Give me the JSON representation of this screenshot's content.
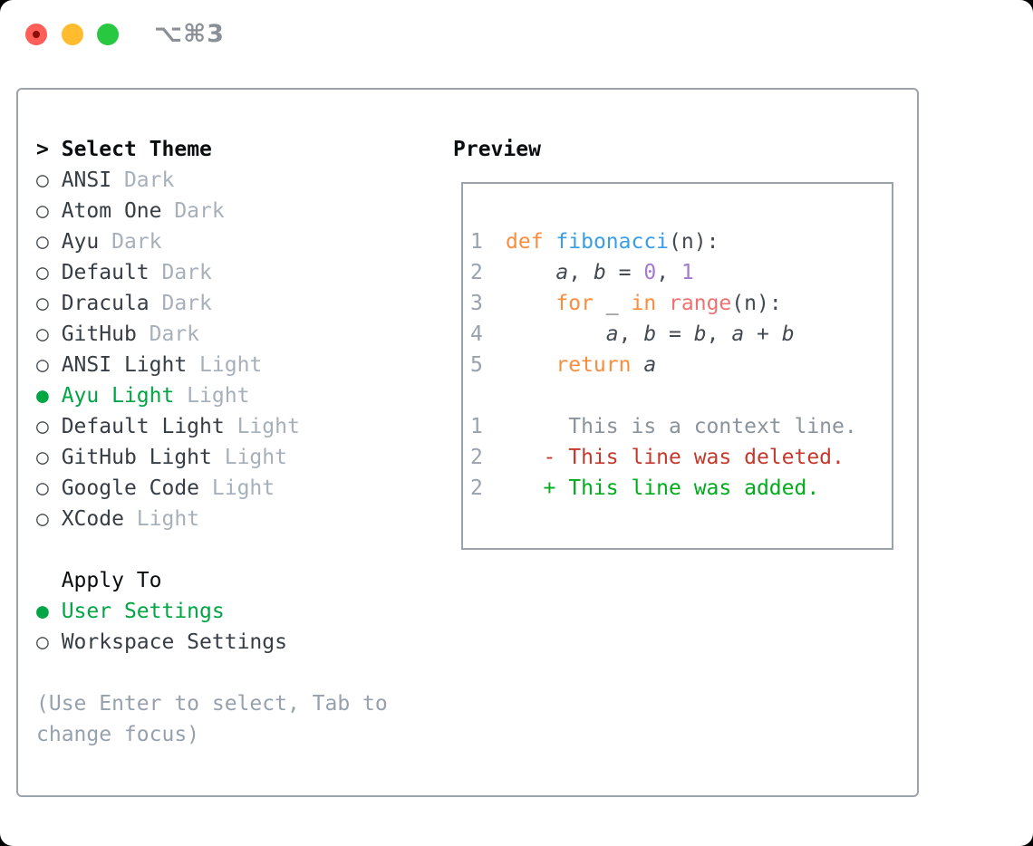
{
  "window": {
    "title": "⌥⌘3",
    "traffic_lights": [
      "close",
      "minimize",
      "zoom"
    ]
  },
  "palette": {
    "tl-red": "#ff5f57",
    "tl-red-dot": "#8a0d07",
    "tl-yellow": "#febc2e",
    "tl-green": "#28c840",
    "title": "#8b9096",
    "border": "#9aa3ac",
    "header": "#0a0d10",
    "ui-text": "#363d44",
    "muted": "#a7b0ba",
    "marker": "#474e55",
    "green": "#00a544",
    "hint": "#96a1ad",
    "linenum": "#98a2ac",
    "kw": "#fa8d3e",
    "fn": "#399ee6",
    "num": "#a37acc",
    "special": "#f07171",
    "fg": "#434a51",
    "ctx": "#8a939c",
    "del": "#c5382c",
    "add": "#00ac1c"
  },
  "sidebar": {
    "header": {
      "marker": ">",
      "label": "Select Theme"
    },
    "markers": {
      "unselected": "○",
      "selected": "●"
    },
    "themes": [
      {
        "name": "ANSI",
        "variant": "Dark",
        "selected": false
      },
      {
        "name": "Atom One",
        "variant": "Dark",
        "selected": false
      },
      {
        "name": "Ayu",
        "variant": "Dark",
        "selected": false
      },
      {
        "name": "Default",
        "variant": "Dark",
        "selected": false
      },
      {
        "name": "Dracula",
        "variant": "Dark",
        "selected": false
      },
      {
        "name": "GitHub",
        "variant": "Dark",
        "selected": false
      },
      {
        "name": "ANSI Light",
        "variant": "Light",
        "selected": false
      },
      {
        "name": "Ayu Light",
        "variant": "Light",
        "selected": true
      },
      {
        "name": "Default Light",
        "variant": "Light",
        "selected": false
      },
      {
        "name": "GitHub Light",
        "variant": "Light",
        "selected": false
      },
      {
        "name": "Google Code",
        "variant": "Light",
        "selected": false
      },
      {
        "name": "XCode",
        "variant": "Light",
        "selected": false
      }
    ],
    "apply_to": {
      "header": "Apply To",
      "options": [
        {
          "label": "User Settings",
          "selected": true
        },
        {
          "label": "Workspace Settings",
          "selected": false
        }
      ]
    },
    "hint": "(Use Enter to select, Tab to change focus)"
  },
  "preview": {
    "header": "Preview",
    "code_lines": [
      {
        "n": "1",
        "t": [
          [
            "def",
            "kw"
          ],
          [
            " ",
            "fg"
          ],
          [
            "fibonacci",
            "fn"
          ],
          [
            "(n):",
            "fg"
          ]
        ]
      },
      {
        "n": "2",
        "t": [
          [
            "    ",
            "fg"
          ],
          [
            "a",
            "var"
          ],
          [
            ", ",
            "fg"
          ],
          [
            "b",
            "var"
          ],
          [
            " = ",
            "fg"
          ],
          [
            "0",
            "num"
          ],
          [
            ", ",
            "fg"
          ],
          [
            "1",
            "num"
          ]
        ]
      },
      {
        "n": "3",
        "t": [
          [
            "    ",
            "fg"
          ],
          [
            "for",
            "kw"
          ],
          [
            " _ ",
            "fg"
          ],
          [
            "in",
            "kw"
          ],
          [
            " ",
            "fg"
          ],
          [
            "range",
            "special"
          ],
          [
            "(n):",
            "fg"
          ]
        ]
      },
      {
        "n": "4",
        "t": [
          [
            "        ",
            "fg"
          ],
          [
            "a",
            "var"
          ],
          [
            ", ",
            "fg"
          ],
          [
            "b",
            "var"
          ],
          [
            " = ",
            "fg"
          ],
          [
            "b",
            "var"
          ],
          [
            ", ",
            "fg"
          ],
          [
            "a",
            "var"
          ],
          [
            " + ",
            "fg"
          ],
          [
            "b",
            "var"
          ]
        ]
      },
      {
        "n": "5",
        "t": [
          [
            "    ",
            "fg"
          ],
          [
            "return",
            "kw"
          ],
          [
            " ",
            "fg"
          ],
          [
            "a",
            "var"
          ]
        ]
      },
      {
        "n": "",
        "t": []
      },
      {
        "n": "1",
        "t": [
          [
            "     This is a context line.",
            "ctx"
          ]
        ]
      },
      {
        "n": "2",
        "t": [
          [
            "   - This line was deleted.",
            "del"
          ]
        ]
      },
      {
        "n": "2",
        "t": [
          [
            "   + This line was added.",
            "add"
          ]
        ]
      }
    ]
  }
}
